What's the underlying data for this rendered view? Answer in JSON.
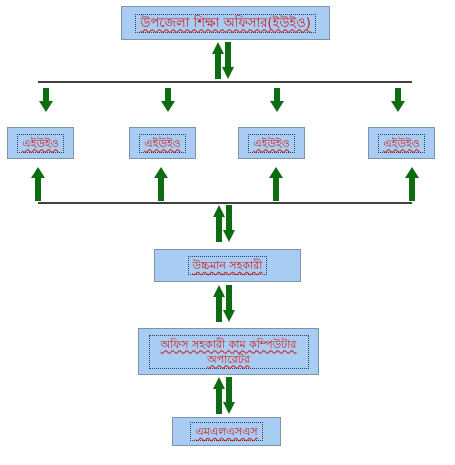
{
  "diagram": {
    "top_box": "উপজেলা শিক্ষা অফিসার(ইউইও)",
    "aueo_boxes": [
      "এইউইও",
      "এইউইও",
      "এইউইও",
      "এইউইও"
    ],
    "upper_assistant_box": "উচ্চমান সহকারী",
    "office_assistant_box": "অফিস সহকারী কাম কম্পিউটার অপারেটর",
    "mlss_box": "এমএলএসএস"
  },
  "colors": {
    "box_fill": "#a9cdf2",
    "box_text": "#d01818",
    "arrow": "#0d6b12",
    "line": "#000000"
  }
}
